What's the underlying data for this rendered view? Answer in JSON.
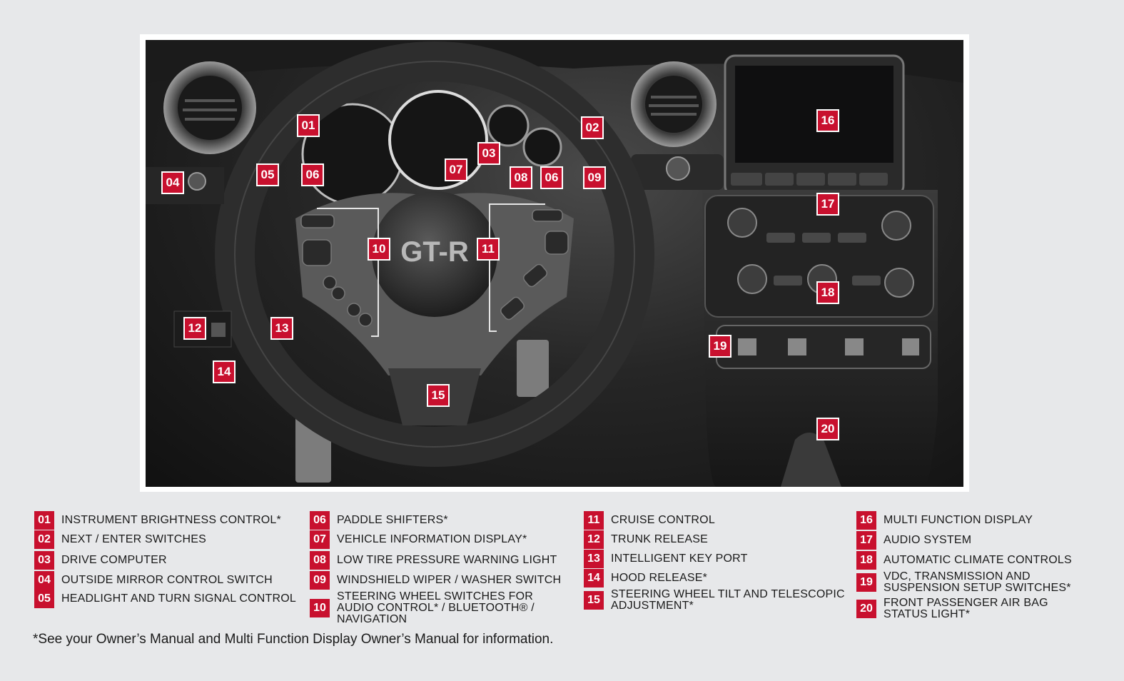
{
  "colors": {
    "accent": "#c8102e",
    "background": "#e7e8ea"
  },
  "callouts": {
    "c01": "01",
    "c02": "02",
    "c03": "03",
    "c04": "04",
    "c05": "05",
    "c06a": "06",
    "c06b": "06",
    "c07": "07",
    "c08": "08",
    "c09": "09",
    "c10": "10",
    "c11": "11",
    "c12": "12",
    "c13": "13",
    "c14": "14",
    "c15": "15",
    "c16": "16",
    "c17": "17",
    "c18": "18",
    "c19": "19",
    "c20": "20"
  },
  "legend": [
    {
      "num": "01",
      "text": "INSTRUMENT BRIGHTNESS CONTROL*"
    },
    {
      "num": "02",
      "text": "NEXT / ENTER SWITCHES"
    },
    {
      "num": "03",
      "text": "DRIVE COMPUTER"
    },
    {
      "num": "04",
      "text": "OUTSIDE MIRROR CONTROL SWITCH"
    },
    {
      "num": "05",
      "text": "HEADLIGHT AND TURN SIGNAL CONTROL"
    },
    {
      "num": "06",
      "text": "PADDLE SHIFTERS*"
    },
    {
      "num": "07",
      "text": "VEHICLE INFORMATION DISPLAY*"
    },
    {
      "num": "08",
      "text": "LOW TIRE PRESSURE WARNING LIGHT"
    },
    {
      "num": "09",
      "text": "WINDSHIELD WIPER / WASHER SWITCH"
    },
    {
      "num": "10",
      "text": "STEERING WHEEL SWITCHES FOR AUDIO CONTROL* / BLUETOOTH® / NAVIGATION"
    },
    {
      "num": "11",
      "text": "CRUISE CONTROL"
    },
    {
      "num": "12",
      "text": "TRUNK RELEASE"
    },
    {
      "num": "13",
      "text": "INTELLIGENT KEY PORT"
    },
    {
      "num": "14",
      "text": "HOOD RELEASE*"
    },
    {
      "num": "15",
      "text": "STEERING WHEEL TILT AND TELESCOPIC ADJUSTMENT*"
    },
    {
      "num": "16",
      "text": "MULTI FUNCTION DISPLAY"
    },
    {
      "num": "17",
      "text": "AUDIO SYSTEM"
    },
    {
      "num": "18",
      "text": "AUTOMATIC CLIMATE CONTROLS"
    },
    {
      "num": "19",
      "text": "VDC, TRANSMISSION AND SUSPENSION SETUP SWITCHES*"
    },
    {
      "num": "20",
      "text": "FRONT PASSENGER AIR BAG STATUS LIGHT*"
    }
  ],
  "footnote": "*See your Owner’s Manual and Multi Function Display Owner’s Manual for information."
}
